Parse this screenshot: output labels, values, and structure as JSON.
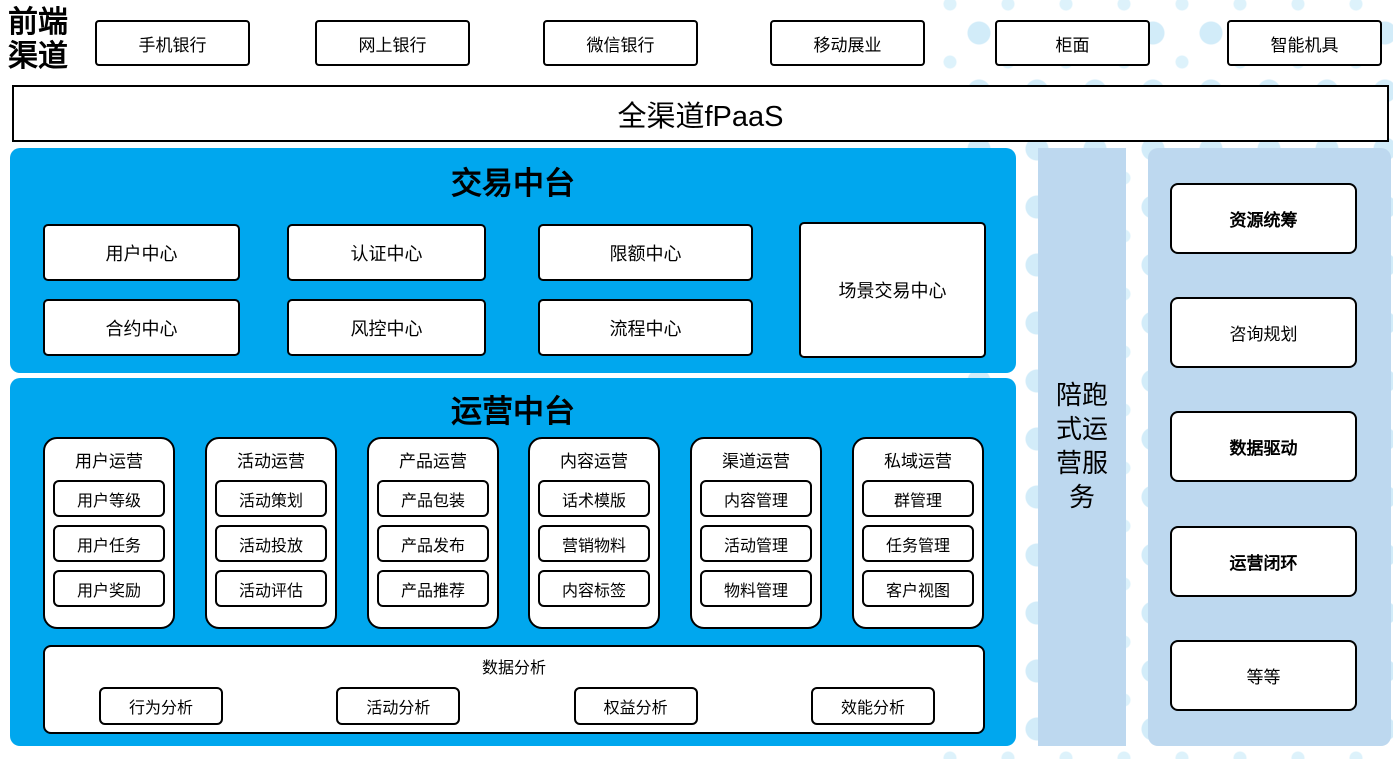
{
  "colors": {
    "accent_blue": "#00a7ee",
    "light_blue": "#bdd8ef",
    "dot_blue": "#d2ecf9",
    "box_border": "#000000"
  },
  "front_channels": {
    "label": "前端渠道",
    "items": [
      "手机银行",
      "网上银行",
      "微信银行",
      "移动展业",
      "柜面",
      "智能机具"
    ]
  },
  "fpaas": {
    "label": "全渠道fPaaS"
  },
  "transaction_platform": {
    "title": "交易中台",
    "row1": [
      "用户中心",
      "认证中心",
      "限额中心"
    ],
    "row2": [
      "合约中心",
      "风控中心",
      "流程中心"
    ],
    "scene_center": "场景交易中心"
  },
  "operation_platform": {
    "title": "运营中台",
    "groups": [
      {
        "title": "用户运营",
        "items": [
          "用户等级",
          "用户任务",
          "用户奖励"
        ]
      },
      {
        "title": "活动运营",
        "items": [
          "活动策划",
          "活动投放",
          "活动评估"
        ]
      },
      {
        "title": "产品运营",
        "items": [
          "产品包装",
          "产品发布",
          "产品推荐"
        ]
      },
      {
        "title": "内容运营",
        "items": [
          "话术模版",
          "营销物料",
          "内容标签"
        ]
      },
      {
        "title": "渠道运营",
        "items": [
          "内容管理",
          "活动管理",
          "物料管理"
        ]
      },
      {
        "title": "私域运营",
        "items": [
          "群管理",
          "任务管理",
          "客户视图"
        ]
      }
    ],
    "data_analysis": {
      "title": "数据分析",
      "items": [
        "行为分析",
        "活动分析",
        "权益分析",
        "效能分析"
      ]
    }
  },
  "companion_service": {
    "label": "陪跑式运营服务"
  },
  "right_panel": {
    "items": [
      "资源统筹",
      "咨询规划",
      "数据驱动",
      "运营闭环",
      "等等"
    ]
  }
}
